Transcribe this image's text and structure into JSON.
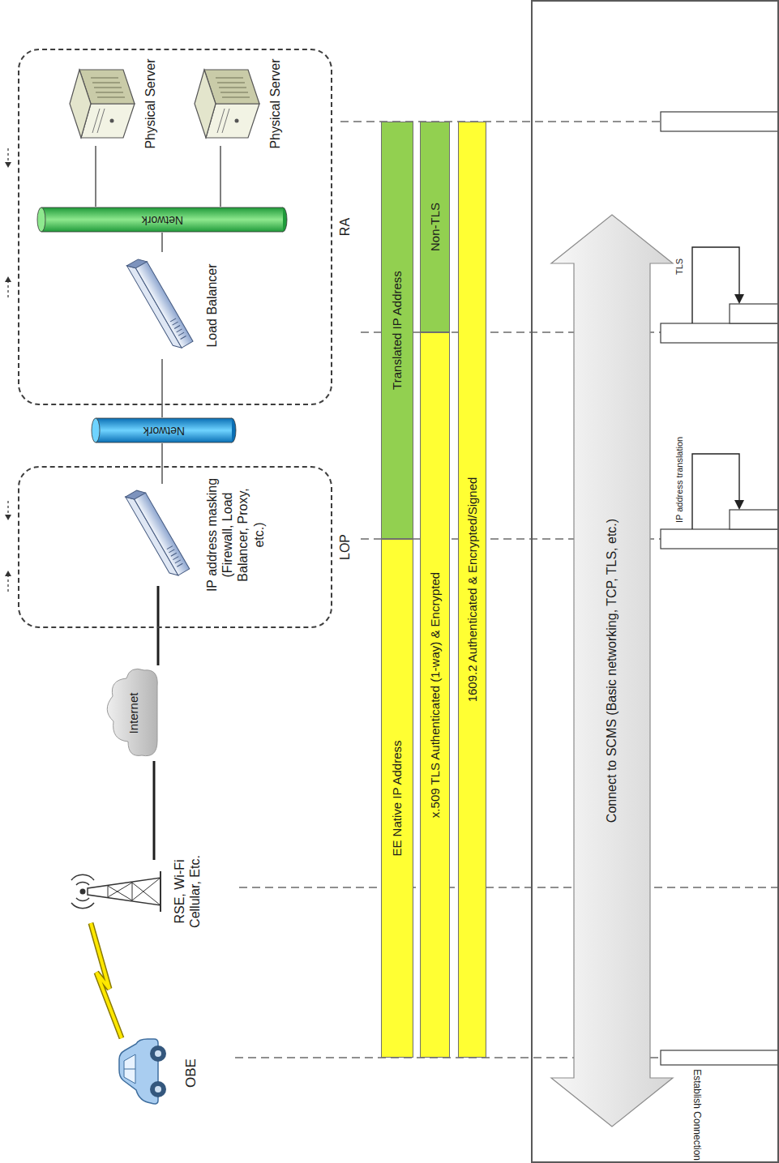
{
  "diagram": {
    "nodes": [
      {
        "text": [
          "OBE"
        ]
      },
      {
        "text": [
          "RSE, Wi-Fi Cellular, Etc."
        ]
      },
      {
        "text": [
          "Internet"
        ]
      },
      {
        "text": [
          "LOP"
        ]
      },
      {
        "text": [
          "IP address masking (Firewall, Load Balancer, Proxy, etc.)"
        ],
        "in": 3
      },
      {
        "text": [
          "Network"
        ]
      },
      {
        "text": [
          "RA"
        ]
      },
      {
        "text": [
          "Load Balancer"
        ],
        "in": 6
      },
      {
        "text": [
          "Network"
        ],
        "in": 6
      },
      {
        "text": [
          "Physical Server"
        ],
        "in": 6
      },
      {
        "text": [
          "Physical Server"
        ],
        "in": 6
      },
      {
        "text": [
          "EE Native IP Address"
        ]
      },
      {
        "text": [
          "Translated IP Address"
        ]
      },
      {
        "text": [
          "x.509 TLS Authenticated (1-way) & Encrypted"
        ]
      },
      {
        "text": [
          "Non-TLS"
        ]
      },
      {
        "text": [
          "1609.2 Authenticated & Encrypted/Signed"
        ]
      },
      {
        "text": [
          "Establish Connection"
        ]
      },
      {
        "text": [
          "Connect to SCMS (Basic networking, TCP, TLS, etc.)"
        ],
        "in": 16
      }
    ],
    "edges": [
      {
        "from": 0,
        "to": 1,
        "arrow": "none"
      },
      {
        "from": 1,
        "to": 2,
        "arrow": "none"
      },
      {
        "from": 2,
        "to": 4,
        "arrow": "none"
      },
      {
        "from": 4,
        "to": 5,
        "arrow": "none"
      },
      {
        "from": 5,
        "to": 7,
        "arrow": "none"
      },
      {
        "from": 7,
        "to": 8,
        "arrow": "none"
      },
      {
        "from": 8,
        "to": 9,
        "arrow": "none"
      },
      {
        "from": 8,
        "to": 10,
        "arrow": "none"
      }
    ],
    "labels": [
      "IP address translation",
      "TLS"
    ]
  }
}
